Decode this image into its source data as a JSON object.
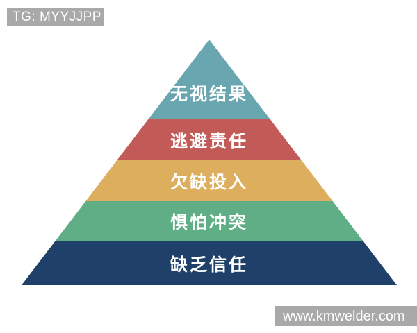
{
  "watermarks": {
    "top_left": {
      "text": "TG: MYYJJPP",
      "background": "#a9a9a9",
      "text_color": "#ffffff"
    },
    "bottom_right": {
      "text": "www.kmwelder.com",
      "background": "#a9a9a9",
      "text_color": "#ffffff"
    }
  },
  "pyramid": {
    "type": "pyramid-diagram",
    "description": "Five-level pyramid, apex at top, labels in white centered in each band",
    "label_color": "#ffffff",
    "levels": [
      {
        "label": "无视结果",
        "color": "#6aa6b0",
        "position": "top"
      },
      {
        "label": "逃避责任",
        "color": "#c25a57",
        "position": "second"
      },
      {
        "label": "欠缺投入",
        "color": "#dcae5e",
        "position": "third"
      },
      {
        "label": "惧怕冲突",
        "color": "#5fae85",
        "position": "fourth"
      },
      {
        "label": "缺乏信任",
        "color": "#1f4069",
        "position": "bottom"
      }
    ]
  }
}
